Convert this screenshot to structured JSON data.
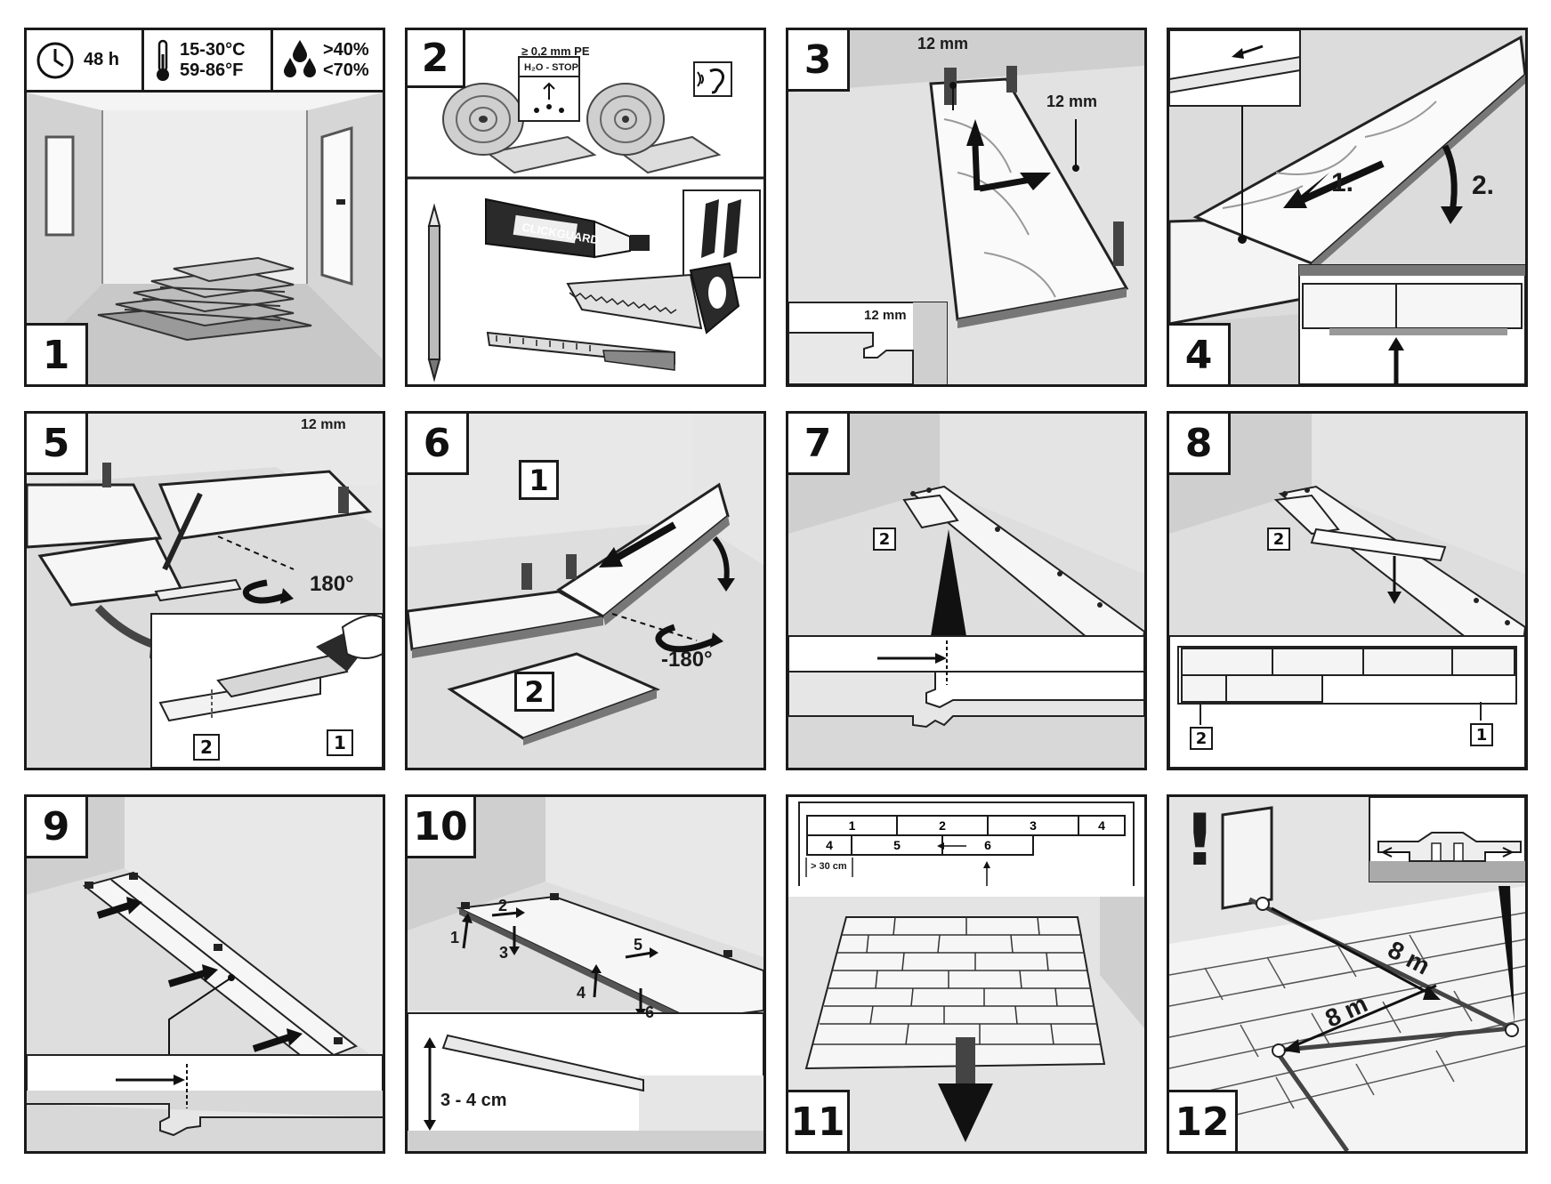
{
  "panels": [
    {
      "number": "1",
      "conditions": {
        "time": "48 h",
        "temp_c": "15-30°C",
        "temp_f": "59-86°F",
        "humidity_min": ">40%",
        "humidity_max": "<70%"
      }
    },
    {
      "number": "2",
      "labels": {
        "pe": "≥ 0,2 mm PE",
        "stop": "H₂O - STOP",
        "glue_brand": "CLICKGUARD"
      }
    },
    {
      "number": "3",
      "labels": {
        "gap_top": "12 mm",
        "gap_right": "12 mm",
        "gap_inset": "12 mm"
      }
    },
    {
      "number": "4",
      "labels": {
        "step1": "1.",
        "step2": "2."
      }
    },
    {
      "number": "5",
      "labels": {
        "gap": "12 mm",
        "rotate": "180°",
        "piece1": "1",
        "piece2": "2"
      }
    },
    {
      "number": "6",
      "labels": {
        "piece1": "1",
        "piece2": "2",
        "rotate": "-180°"
      }
    },
    {
      "number": "7",
      "labels": {
        "piece2": "2"
      }
    },
    {
      "number": "8",
      "labels": {
        "piece2_top": "2",
        "piece1_bottom": "1",
        "piece2_bottom": "2"
      }
    },
    {
      "number": "9"
    },
    {
      "number": "10",
      "labels": {
        "s1": "1",
        "s2": "2",
        "s3": "3",
        "s4": "4",
        "s5": "5",
        "s6": "6",
        "lift": "3 - 4 cm"
      }
    },
    {
      "number": "11",
      "plan": {
        "row1": [
          "1",
          "2",
          "3",
          "4"
        ],
        "row2": [
          "4",
          "5",
          "6"
        ],
        "offset": "> 30 cm"
      }
    },
    {
      "number": "12",
      "labels": {
        "warning": "!",
        "length1": "8 m",
        "length2": "8 m"
      }
    }
  ]
}
